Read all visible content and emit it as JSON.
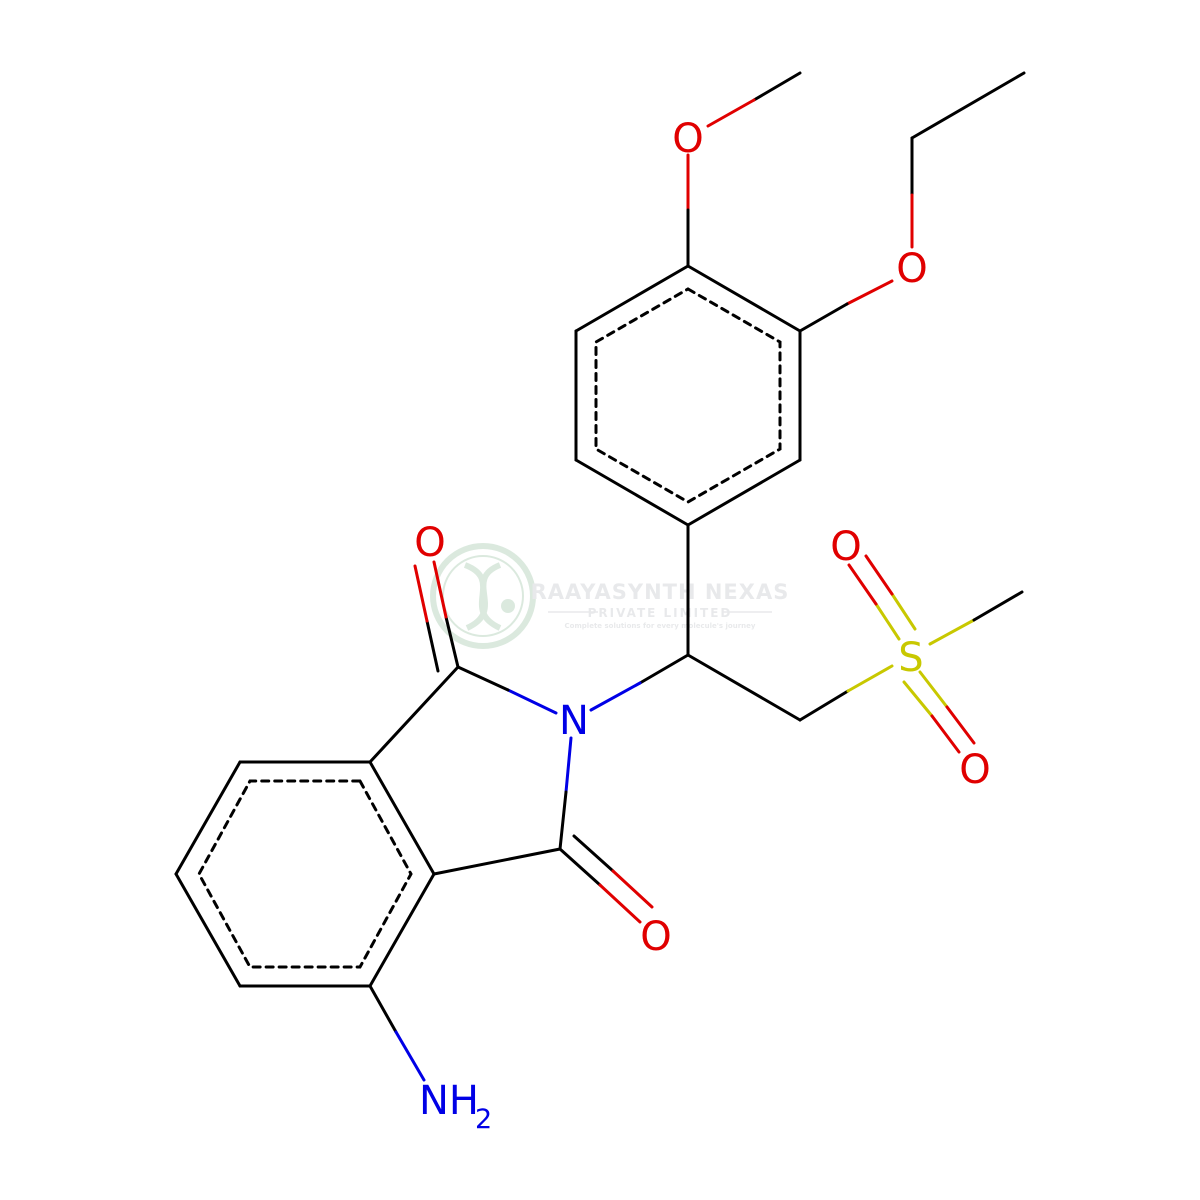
{
  "molecule": {
    "atoms": {
      "o_methoxy": "O",
      "o_ethoxy": "O",
      "o_carbonyl_top": "O",
      "o_carbonyl_bottom": "O",
      "o_sulfonyl_top": "O",
      "o_sulfonyl_bottom": "O",
      "n_imide": "N",
      "s_sulfonyl": "S",
      "nh2": "NH",
      "nh2_subscript": "2"
    },
    "colors": {
      "bond": "#000000",
      "oxygen": "#e00000",
      "nitrogen": "#0000e6",
      "sulfur": "#c8c800"
    }
  },
  "watermark": {
    "company": "RAAYASYNTH NEXAS",
    "subtitle": "PRIVATE LIMITED",
    "tagline": "Complete solutions for every molecule's journey",
    "colors": {
      "main": "#5e9e6e",
      "text": "#9aa0a6"
    }
  }
}
